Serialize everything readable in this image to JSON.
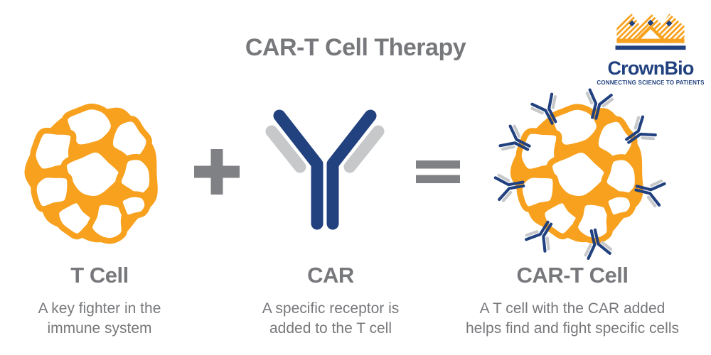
{
  "title": "CAR-T Cell Therapy",
  "logo": {
    "name": "CrownBio",
    "tagline": "CONNECTING SCIENCE TO PATIENTS",
    "icon": "crown-icon"
  },
  "operators": {
    "plus": "+",
    "equals": "="
  },
  "items": [
    {
      "icon": "t-cell-icon",
      "heading": "T Cell",
      "description": "A key fighter in the\nimmune system"
    },
    {
      "icon": "antibody-icon",
      "heading": "CAR",
      "description": "A specific receptor is\nadded to the T cell"
    },
    {
      "icon": "car-t-cell-icon",
      "heading": "CAR-T Cell",
      "description": "A T cell with the CAR added\nhelps find and fight specific cells"
    }
  ],
  "colors": {
    "orange": "#F7A11E",
    "navy": "#21417F",
    "chain_gray": "#C6C8CA",
    "text_gray": "#77787B",
    "symbol_gray": "#808184"
  }
}
